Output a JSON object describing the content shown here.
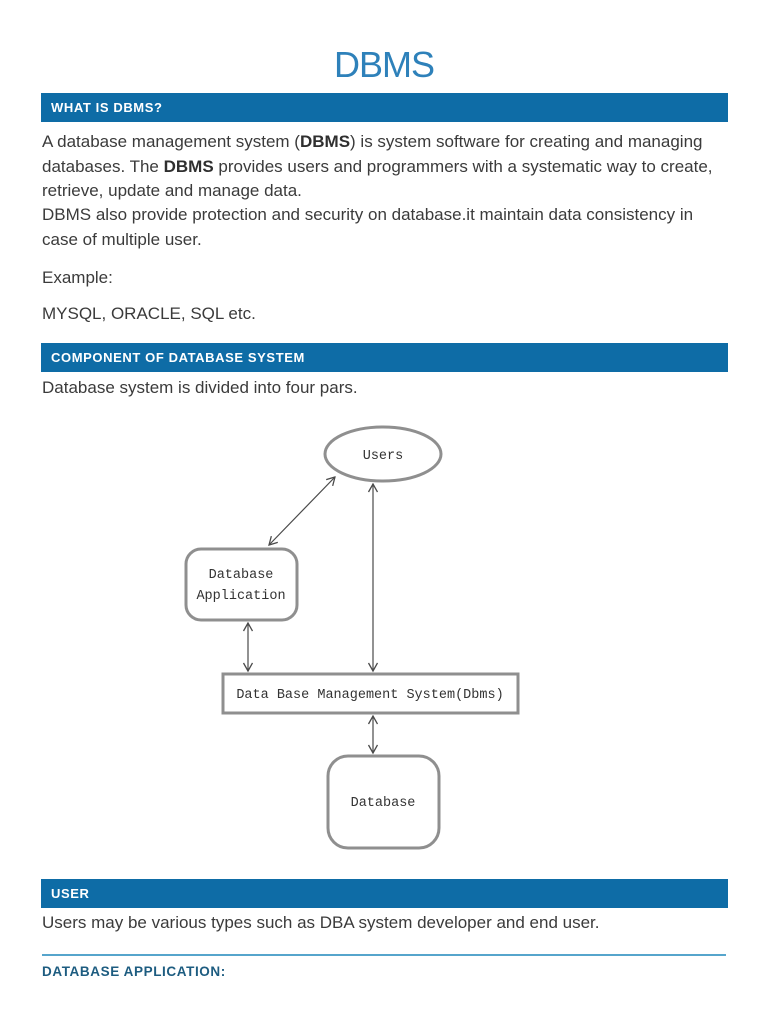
{
  "title": "DBMS",
  "colors": {
    "heading_bar_bg": "#0e6ca6",
    "heading_bar_text": "#ffffff",
    "title_text": "#2e81ba",
    "subheading_text": "#1d5c80",
    "divider_rule": "#56a5cc",
    "body_text": "#3b3b3b",
    "diagram_border": "#8f8f8f",
    "arrow": "#4a4a4a"
  },
  "sections": {
    "what_is_dbms": {
      "heading": "WHAT IS DBMS?",
      "p1": {
        "t1": "A database management system (",
        "b1": "DBMS",
        "t2": ") is system software for creating and managing databases. The ",
        "b2": "DBMS",
        "t3": " provides users and programmers with a systematic way to create, retrieve, update and manage data."
      },
      "p2": "DBMS also provide protection and security on database.it maintain data consistency in case of multiple user.",
      "p3": "Example:",
      "p4": "MYSQL, ORACLE, SQL etc."
    },
    "component_of_database_system": {
      "heading": "COMPONENT OF DATABASE SYSTEM",
      "intro": "Database system is divided into four pars.",
      "diagram": {
        "users": "Users",
        "application_line1": "Database",
        "application_line2": "Application",
        "dbms": "Data Base Management System(Dbms)",
        "database": "Database"
      }
    },
    "user": {
      "heading": "USER",
      "body": "Users may be various types such as DBA system developer and end user."
    },
    "database_application": {
      "heading": "DATABASE APPLICATION:"
    }
  }
}
